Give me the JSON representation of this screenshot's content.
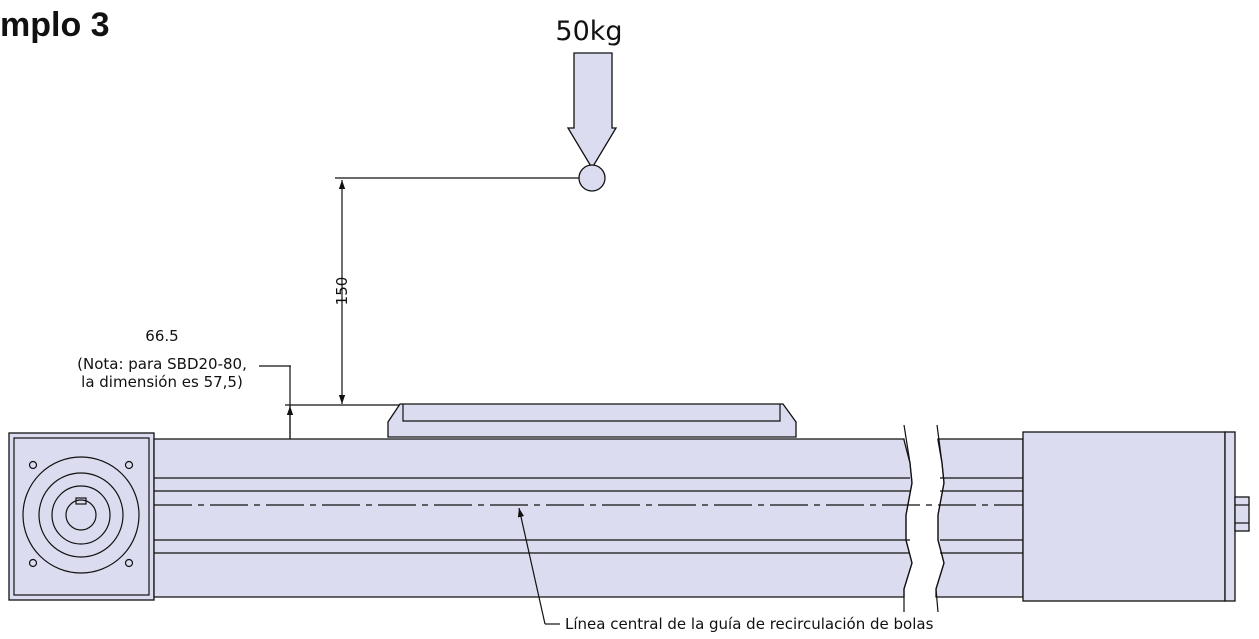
{
  "title": "mplo 3",
  "load": {
    "label": "50kg"
  },
  "dimensions": {
    "height_value": "150",
    "offset_value": "66.5",
    "offset_note_line1": "(Nota: para SBD20-80,",
    "offset_note_line2": "la dimensión es 57,5)"
  },
  "callouts": {
    "centerline_label": "Línea central de la guía de recirculación de bolas"
  },
  "colors": {
    "fill": "#dcdcf0",
    "stroke": "#111111"
  }
}
